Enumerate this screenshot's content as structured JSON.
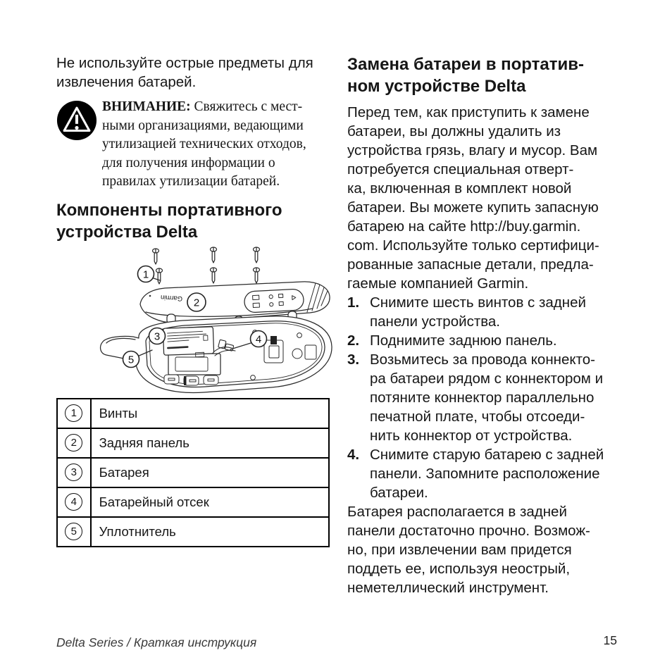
{
  "left": {
    "intro_lines": [
      "Не используйте острые предметы для",
      "извлечения батарей."
    ],
    "warning": {
      "label": "ВНИМАНИЕ:",
      "lines": [
        "Свяжитесь с мест-",
        "ными организациями, ведающими",
        "утилизацией технических отходов,",
        "для получения информации о",
        "правилах утилизации батарей."
      ]
    },
    "components_heading_lines": [
      "Компоненты портативного",
      "устройства Delta"
    ],
    "table": {
      "rows": [
        {
          "num": "1",
          "label": "Винты"
        },
        {
          "num": "2",
          "label": "Задняя панель"
        },
        {
          "num": "3",
          "label": "Батарея"
        },
        {
          "num": "4",
          "label": "Батарейный отсек"
        },
        {
          "num": "5",
          "label": "Уплотнитель"
        }
      ]
    }
  },
  "diagram": {
    "callouts": [
      "1",
      "2",
      "3",
      "4",
      "5"
    ],
    "brand": "Garmin"
  },
  "right": {
    "heading_lines": [
      "Замена батареи в портатив-",
      "ном устройстве Delta"
    ],
    "para1_lines": [
      "Перед тем, как приступить к замене",
      "батареи, вы должны удалить из",
      "устройства грязь, влагу и мусор. Вам",
      "потребуется специальная отверт-",
      "ка, включенная в комплект новой",
      "батареи. Вы можете купить запасную",
      "батарею на сайте http://buy.garmin.",
      "com. Используйте только сертифици-",
      "рованные запасные детали, предла-",
      "гаемые компанией Garmin."
    ],
    "steps": [
      {
        "num": "1.",
        "lines": [
          "Снимите шесть винтов с задней",
          "панели устройства."
        ]
      },
      {
        "num": "2.",
        "lines": [
          "Поднимите заднюю панель."
        ]
      },
      {
        "num": "3.",
        "lines": [
          "Возьмитесь за провода коннекто-",
          "ра батареи рядом с коннектором и",
          "потяните коннектор параллельно",
          "печатной плате, чтобы отсоеди-",
          "нить коннектор от устройства."
        ]
      },
      {
        "num": "4.",
        "lines": [
          "Снимите старую батарею с задней",
          "панели. Запомните расположение",
          "батареи."
        ]
      }
    ],
    "para2_lines": [
      "Батарея располагается в задней",
      "панели достаточно прочно. Возмож-",
      "но, при извлечении вам придется",
      "поддеть ее, используя неострый,",
      "неметеллический инструмент."
    ]
  },
  "footer": {
    "doc_title": "Delta Series / Краткая инструкция",
    "page_number": "15"
  }
}
